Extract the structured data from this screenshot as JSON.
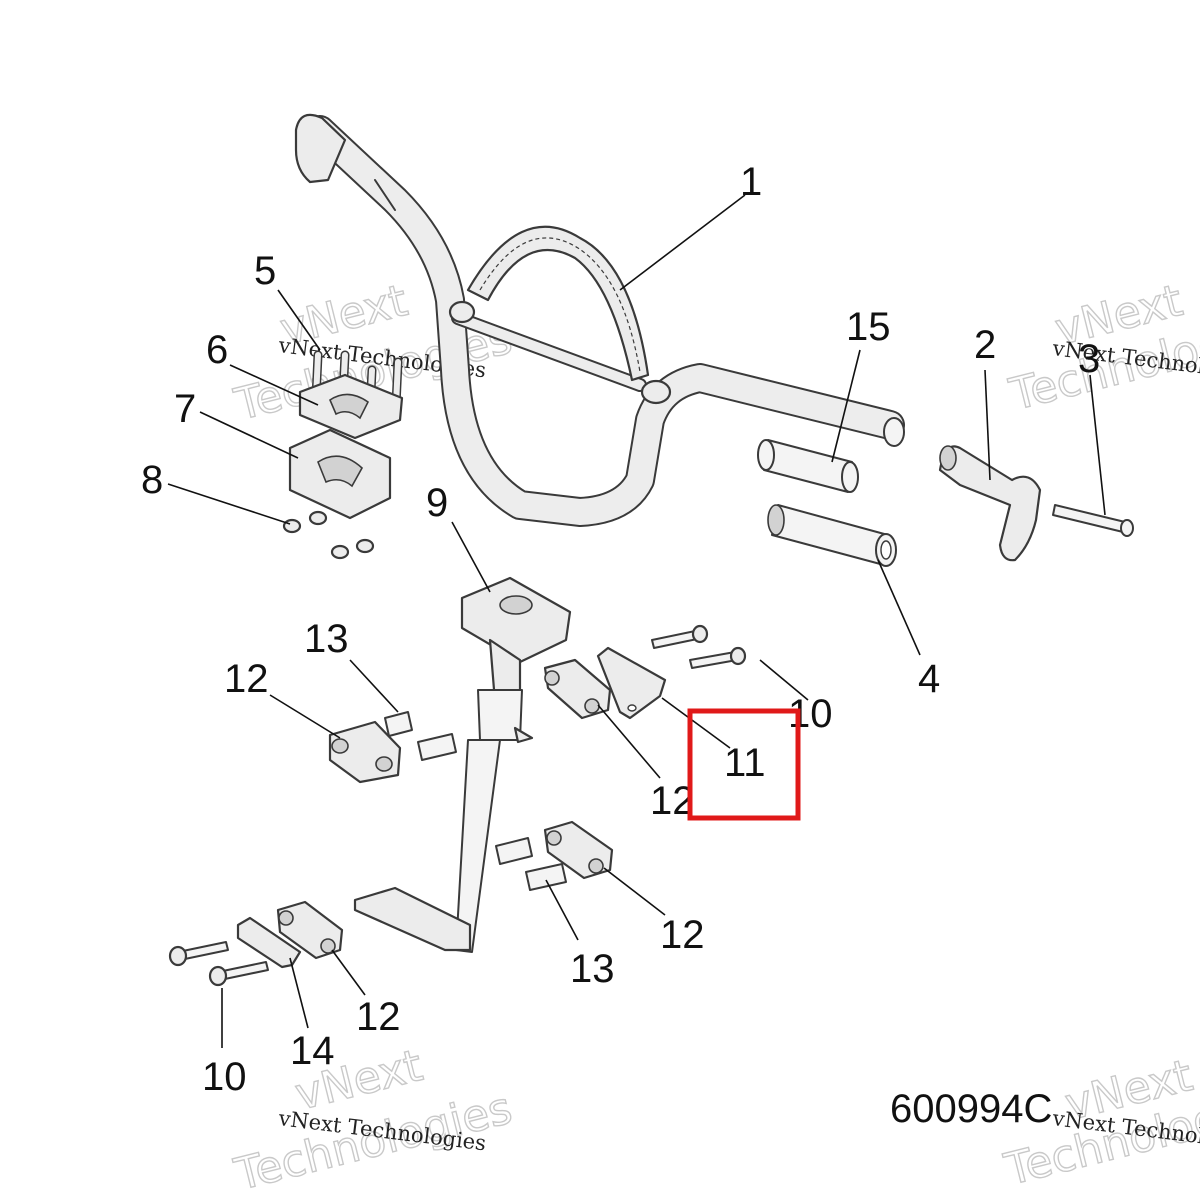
{
  "diagram": {
    "figure_id": "600994C",
    "highlighted_callout": "11",
    "highlight_color": "#e01919",
    "callouts": [
      {
        "id": "c1",
        "label": "1"
      },
      {
        "id": "c2",
        "label": "2"
      },
      {
        "id": "c3",
        "label": "3"
      },
      {
        "id": "c4",
        "label": "4"
      },
      {
        "id": "c5",
        "label": "5"
      },
      {
        "id": "c6",
        "label": "6"
      },
      {
        "id": "c7",
        "label": "7"
      },
      {
        "id": "c8",
        "label": "8"
      },
      {
        "id": "c9",
        "label": "9"
      },
      {
        "id": "c10a",
        "label": "10"
      },
      {
        "id": "c10b",
        "label": "10"
      },
      {
        "id": "c11",
        "label": "11"
      },
      {
        "id": "c12a",
        "label": "12"
      },
      {
        "id": "c12b",
        "label": "12"
      },
      {
        "id": "c12c",
        "label": "12"
      },
      {
        "id": "c12d",
        "label": "12"
      },
      {
        "id": "c13a",
        "label": "13"
      },
      {
        "id": "c13b",
        "label": "13"
      },
      {
        "id": "c14",
        "label": "14"
      },
      {
        "id": "c15",
        "label": "15"
      }
    ]
  },
  "watermark": {
    "line1": "vNext Technologies",
    "big1": "vNext",
    "big2": "Technologies"
  }
}
